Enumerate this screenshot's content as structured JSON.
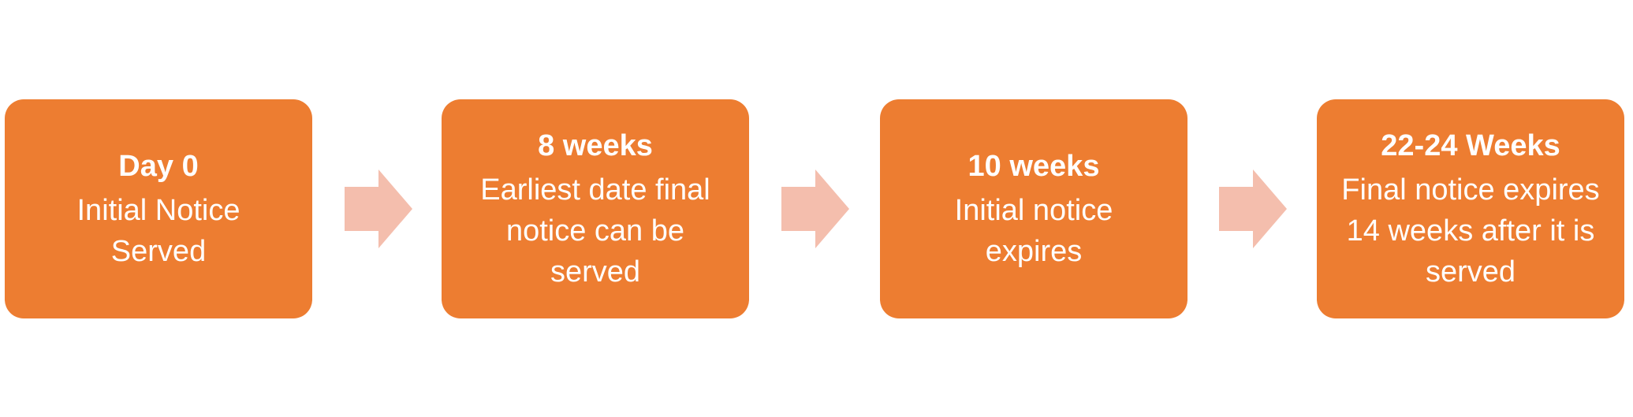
{
  "colors": {
    "box_fill": "#ED7D31",
    "box_text": "#FFFFFF",
    "arrow_fill": "#F4BEAD"
  },
  "steps": [
    {
      "heading": "Day 0",
      "text": "Initial Notice Served"
    },
    {
      "heading": "8 weeks",
      "text": "Earliest date final notice can be served"
    },
    {
      "heading": "10 weeks",
      "text": "Initial notice expires"
    },
    {
      "heading": "22-24 Weeks",
      "text": "Final notice expires 14 weeks after it is served"
    }
  ]
}
